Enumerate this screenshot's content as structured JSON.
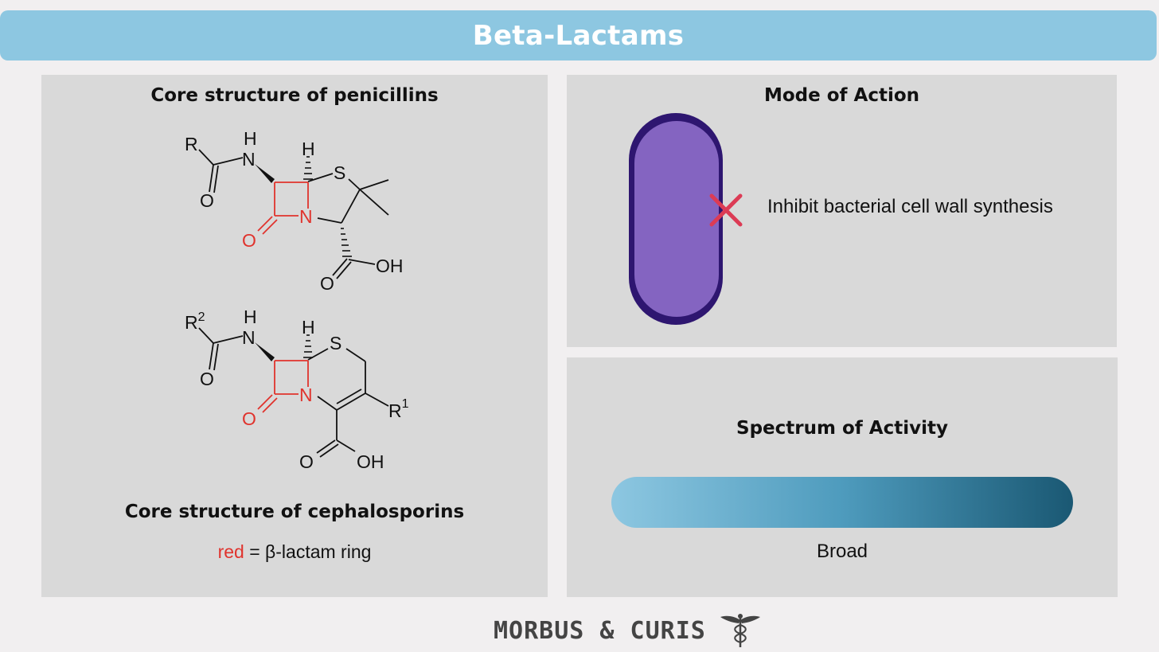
{
  "header": {
    "title": "Beta-Lactams"
  },
  "left_panel": {
    "title_top": "Core structure of penicillins",
    "title_bottom": "Core structure of cephalosporins",
    "legend_red": "red",
    "legend_rest": " = β-lactam ring",
    "penicillin_atoms": {
      "r": "R",
      "h_amide": "H",
      "n_amide": "N",
      "h_ring": "H",
      "s": "S",
      "n_ring": "N",
      "o_amide": "O",
      "o_lactam": "O",
      "o_acid": "O",
      "oh": "OH"
    },
    "cephalosporin_atoms": {
      "r": "R",
      "r_sup": "2",
      "h_amide": "H",
      "n_amide": "N",
      "h_ring": "H",
      "s": "S",
      "n_ring": "N",
      "o_amide": "O",
      "o_lactam": "O",
      "o_acid": "O",
      "oh": "OH",
      "r1": "R",
      "r1_sup": "1"
    }
  },
  "mode_panel": {
    "title": "Mode of Action",
    "description": "Inhibit bacterial cell wall synthesis"
  },
  "spectrum_panel": {
    "title": "Spectrum of Activity",
    "label": "Broad"
  },
  "footer": {
    "brand": "MORBUS & CURIS"
  },
  "colors": {
    "banner": "#8dc7e1",
    "panel": "#d9d9d9",
    "lactam_red": "#e0332d",
    "cell_fill": "#8464c1",
    "cell_border": "#2e1670",
    "cross": "#dc3b55",
    "gradient_start": "#8dc7e1",
    "gradient_end": "#1a5873"
  },
  "icons": {
    "bacterium": "bacterium-icon",
    "cross": "cross-icon",
    "caduceus": "caduceus-icon"
  }
}
